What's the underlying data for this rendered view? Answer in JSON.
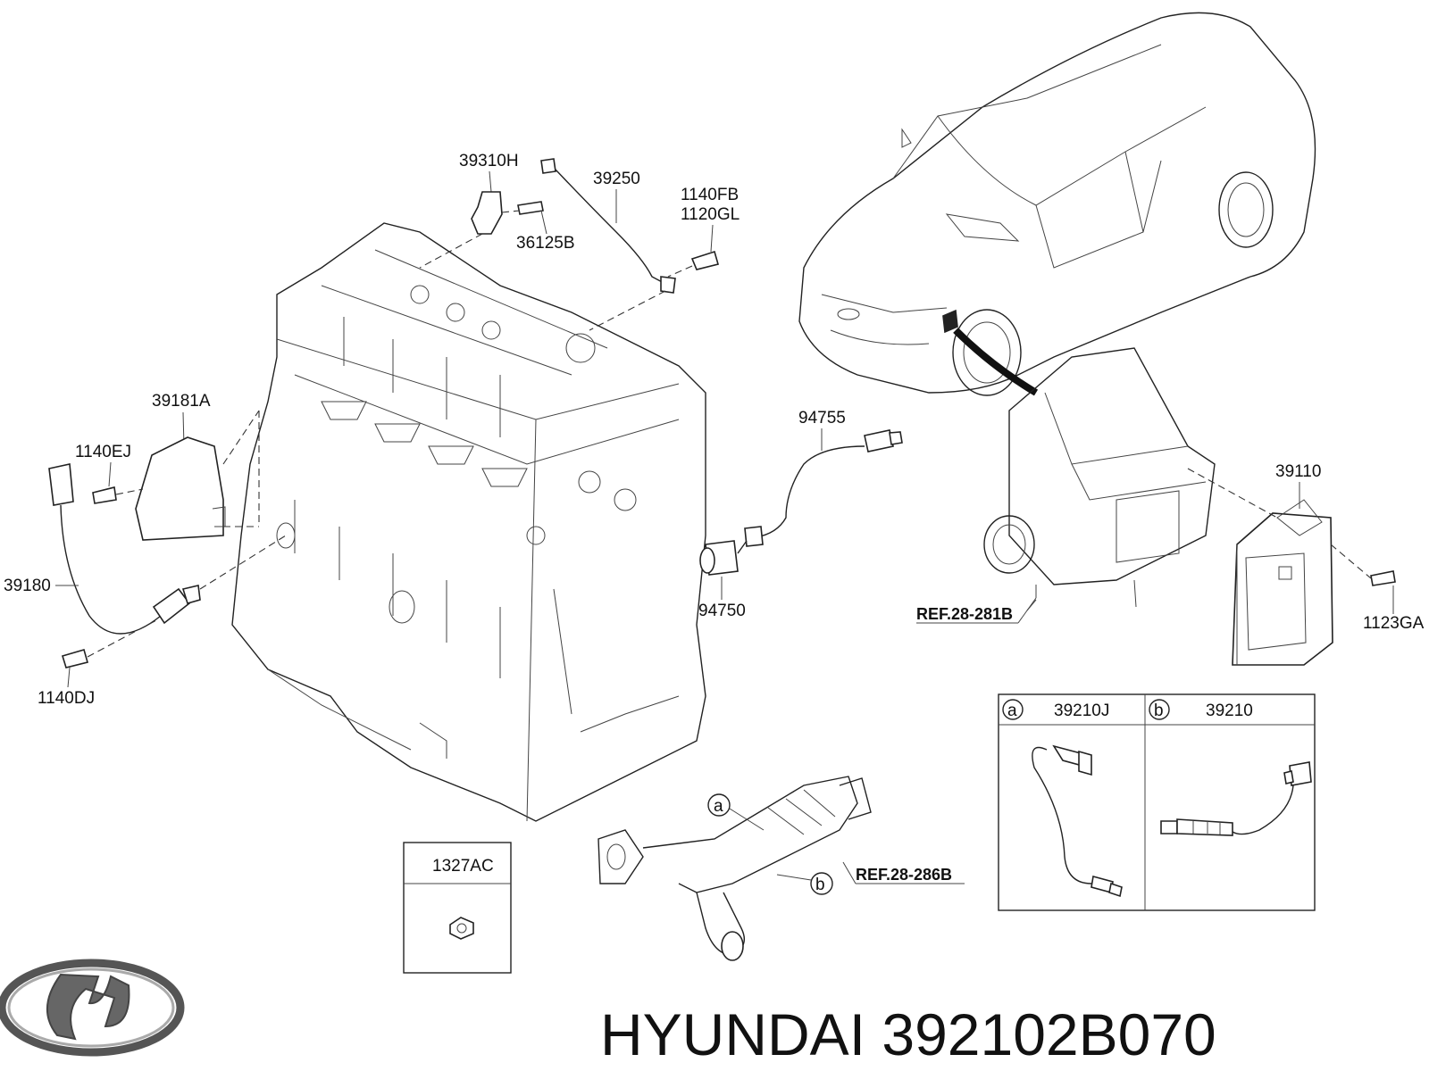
{
  "labels": {
    "cam_sensor": "39310H",
    "harness": "39250",
    "bolt_fb": "1140FB",
    "bolt_gl": "1120GL",
    "bolt_36125b": "36125B",
    "knock_cover": "39181A",
    "bolt_ej": "1140EJ",
    "crank_sensor": "39180",
    "bolt_dj": "1140DJ",
    "switch_harness": "94755",
    "pressure_switch": "94750",
    "ecm": "39110",
    "bolt_ga": "1123GA",
    "ref_air": "REF.28-281B",
    "ref_exhaust": "REF.28-286B",
    "nut_box": "1327AC",
    "callout_a": "a",
    "callout_b": "b"
  },
  "sensor_table": {
    "col_a_letter": "a",
    "col_a_part": "39210J",
    "col_b_letter": "b",
    "col_b_part": "39210"
  },
  "footer": {
    "brand_text": "HYUNDAI 392102B070",
    "logo": "hyundai-logo-icon"
  }
}
